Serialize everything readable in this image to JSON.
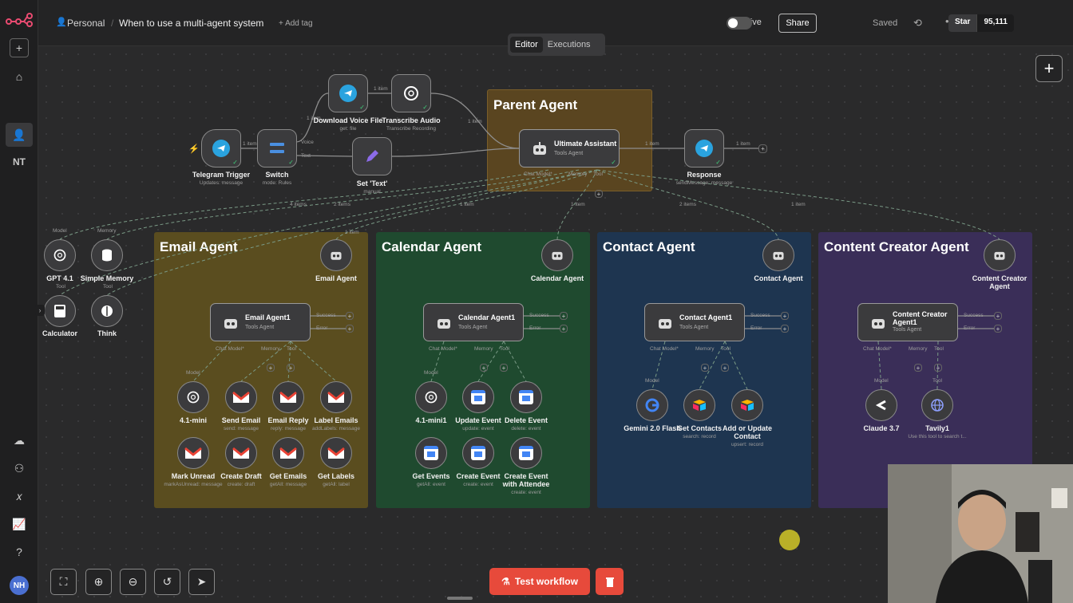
{
  "header": {
    "project": "Personal",
    "workflow_title": "When to use a multi-agent system",
    "add_tag": "+ Add tag",
    "status_label": "Inactive",
    "share_label": "Share",
    "saved_label": "Saved",
    "github_star": "Star",
    "github_count": "95,111"
  },
  "tabs": [
    "Editor",
    "Executions"
  ],
  "sidebar": {
    "user_initials": "NT",
    "avatar_initials": "NH"
  },
  "stickies": {
    "parent": "Parent Agent",
    "email": "Email Agent",
    "calendar": "Calendar Agent",
    "contact": "Contact Agent",
    "content": "Content Creator Agent"
  },
  "nodes": {
    "telegram_trigger": {
      "name": "Telegram Trigger",
      "sub": "Updates: message"
    },
    "switch": {
      "name": "Switch",
      "sub": "mode: Rules",
      "out_voice": "Voice",
      "out_text": "Text"
    },
    "download_voice": {
      "name": "Download Voice File",
      "sub": "get: file"
    },
    "transcribe": {
      "name": "Transcribe Audio",
      "sub": "Transcribe Recording"
    },
    "set_text": {
      "name": "Set 'Text'",
      "sub": "manual"
    },
    "ultimate": {
      "name": "Ultimate Assistant",
      "sub": "Tools Agent"
    },
    "response": {
      "name": "Response",
      "sub": "sendMessage: message"
    },
    "gpt41": {
      "name": "GPT 4.1"
    },
    "simple_memory": {
      "name": "Simple Memory"
    },
    "calculator": {
      "name": "Calculator"
    },
    "think": {
      "name": "Think"
    },
    "email_tool": {
      "name": "Email Agent"
    },
    "calendar_tool": {
      "name": "Calendar Agent"
    },
    "contact_tool": {
      "name": "Contact Agent"
    },
    "content_tool": {
      "name": "Content Creator Agent"
    },
    "email_agent1": {
      "name": "Email Agent1",
      "sub": "Tools Agent"
    },
    "calendar_agent1": {
      "name": "Calendar Agent1",
      "sub": "Tools Agent"
    },
    "contact_agent1": {
      "name": "Contact Agent1",
      "sub": "Tools Agent"
    },
    "content_agent1": {
      "name": "Content Creator Agent1",
      "sub": "Tools Agent"
    }
  },
  "edge_labels": {
    "one_item": "1 item",
    "four_items": "4 items",
    "two_items": "2 items",
    "success": "Success",
    "error": "Error",
    "chat_model": "Chat Model*",
    "memory": "Memory",
    "tool": "Tool",
    "model": "Model"
  },
  "email_tools": [
    {
      "name": "4.1-mini",
      "sub": ""
    },
    {
      "name": "Send Email",
      "sub": "send: message"
    },
    {
      "name": "Email Reply",
      "sub": "reply: message"
    },
    {
      "name": "Label Emails",
      "sub": "addLabels: message"
    },
    {
      "name": "Mark Unread",
      "sub": "markAsUnread: message"
    },
    {
      "name": "Create Draft",
      "sub": "create: draft"
    },
    {
      "name": "Get Emails",
      "sub": "getAll: message"
    },
    {
      "name": "Get Labels",
      "sub": "getAll: label"
    }
  ],
  "calendar_tools": [
    {
      "name": "4.1-mini1",
      "sub": ""
    },
    {
      "name": "Update Event",
      "sub": "update: event"
    },
    {
      "name": "Delete Event",
      "sub": "delete: event"
    },
    {
      "name": "Get Events",
      "sub": "getAll: event"
    },
    {
      "name": "Create Event",
      "sub": "create: event"
    },
    {
      "name": "Create Event with Attendee",
      "sub": "create: event"
    }
  ],
  "contact_tools": [
    {
      "name": "Gemini 2.0 Flash",
      "sub": ""
    },
    {
      "name": "Get Contacts",
      "sub": "search: record"
    },
    {
      "name": "Add or Update Contact",
      "sub": "upsert: record"
    }
  ],
  "content_tools": [
    {
      "name": "Claude 3.7",
      "sub": ""
    },
    {
      "name": "Tavily1",
      "sub": "Use this tool to search t..."
    }
  ],
  "toolbar": {
    "test_workflow": "Test workflow"
  },
  "colors": {
    "accent": "#e74a3b",
    "parent_sticky": "#5a4520",
    "email_sticky": "#5a4d1f",
    "calendar_sticky": "#1f4a2f",
    "contact_sticky": "#1e3550",
    "content_sticky": "#3a2e58",
    "success_green": "#3fd07a"
  }
}
